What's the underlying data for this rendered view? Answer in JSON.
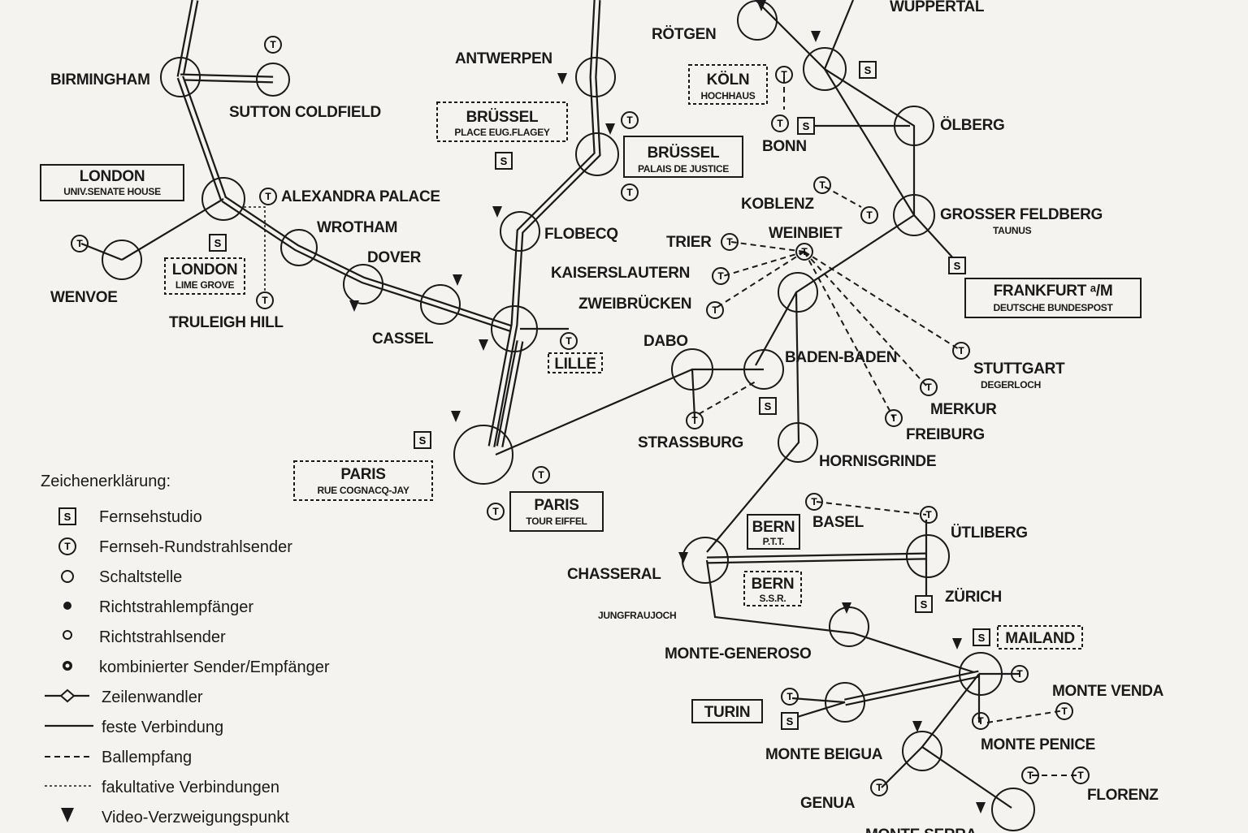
{
  "map": {
    "places": {
      "wuppertal": "WUPPERTAL",
      "rotgen": "RÖTGEN",
      "birmingham": "BIRMINGHAM",
      "sutton": "SUTTON COLDFIELD",
      "antwerpen": "ANTWERPEN",
      "olberg": "ÖLBERG",
      "bonn": "BONN",
      "alexandra": "ALEXANDRA PALACE",
      "wrotham": "WROTHAM",
      "flobecq": "FLOBECQ",
      "koblenz": "KOBLENZ",
      "grosser_feldberg": "GROSSER FELDBERG",
      "taunus": "TAUNUS",
      "weinbiet": "WEINBIET",
      "trier": "TRIER",
      "dover": "DOVER",
      "kaiserslautern": "KAISERSLAUTERN",
      "wenvoe": "WENVOE",
      "zweibrucken": "ZWEIBRÜCKEN",
      "truleigh": "TRULEIGH HILL",
      "cassel": "CASSEL",
      "dabo": "DABO",
      "baden_baden": "BADEN-BADEN",
      "stuttgart": "STUTTGART",
      "degerloch": "DEGERLOCH",
      "merkur": "MERKUR",
      "freiburg": "FREIBURG",
      "strassburg": "STRASSBURG",
      "hornisgrinde": "HORNISGRINDE",
      "basel": "BASEL",
      "utliberg": "ÜTLIBERG",
      "chasseral": "CHASSERAL",
      "zurich": "ZÜRICH",
      "jungfraujoch": "JUNGFRAUJOCH",
      "monte_generoso": "MONTE-GENEROSO",
      "monte_venda": "MONTE VENDA",
      "monte_penice": "MONTE PENICE",
      "monte_beigua": "MONTE BEIGUA",
      "genua": "GENUA",
      "florenz": "FLORENZ",
      "monte_serra": "MONTE SERRA"
    },
    "boxes": {
      "koln": {
        "title": "KÖLN",
        "sub": "HOCHHAUS"
      },
      "brussel_flagey": {
        "title": "BRÜSSEL",
        "sub": "PLACE EUG.FLAGEY"
      },
      "brussel_justice": {
        "title": "BRÜSSEL",
        "sub": "PALAIS DE JUSTICE"
      },
      "london_univ": {
        "title": "LONDON",
        "sub": "UNIV.SENATE HOUSE"
      },
      "london_lime": {
        "title": "LONDON",
        "sub": "LIME GROVE"
      },
      "frankfurt": {
        "title": "FRANKFURT ᵃ/M",
        "sub": "DEUTSCHE BUNDESPOST"
      },
      "lille": {
        "title": "LILLE",
        "sub": ""
      },
      "paris_cognacq": {
        "title": "PARIS",
        "sub": "RUE COGNACQ-JAY"
      },
      "paris_eiffel": {
        "title": "PARIS",
        "sub": "TOUR EIFFEL"
      },
      "bern_ptt": {
        "title": "BERN",
        "sub": "P.T.T."
      },
      "bern_ssr": {
        "title": "BERN",
        "sub": "S.S.R."
      },
      "mailand": {
        "title": "MAILAND",
        "sub": ""
      },
      "turin": {
        "title": "TURIN",
        "sub": ""
      }
    },
    "symbols": {
      "studio": "S",
      "transmitter": "T"
    }
  },
  "legend": {
    "title": "Zeichenerklärung:",
    "items": [
      {
        "symbol": "studio-icon",
        "label": "Fernsehstudio"
      },
      {
        "symbol": "transmitter-icon",
        "label": "Fernseh-Rundstrahlsender"
      },
      {
        "symbol": "switching-point-icon",
        "label": "Schaltstelle"
      },
      {
        "symbol": "relay-receiver-icon",
        "label": "Richtstrahlempfänger"
      },
      {
        "symbol": "relay-transmitter-icon",
        "label": "Richtstrahlsender"
      },
      {
        "symbol": "combined-icon",
        "label": "kombinierter Sender/Empfänger"
      },
      {
        "symbol": "line-converter-icon",
        "label": "Zeilenwandler"
      },
      {
        "symbol": "fixed-link-icon",
        "label": "feste Verbindung"
      },
      {
        "symbol": "off-air-icon",
        "label": "Ballempfang"
      },
      {
        "symbol": "optional-link-icon",
        "label": "fakultative Verbindungen"
      },
      {
        "symbol": "video-branch-icon",
        "label": "Video-Verzweigungspunkt"
      }
    ]
  }
}
